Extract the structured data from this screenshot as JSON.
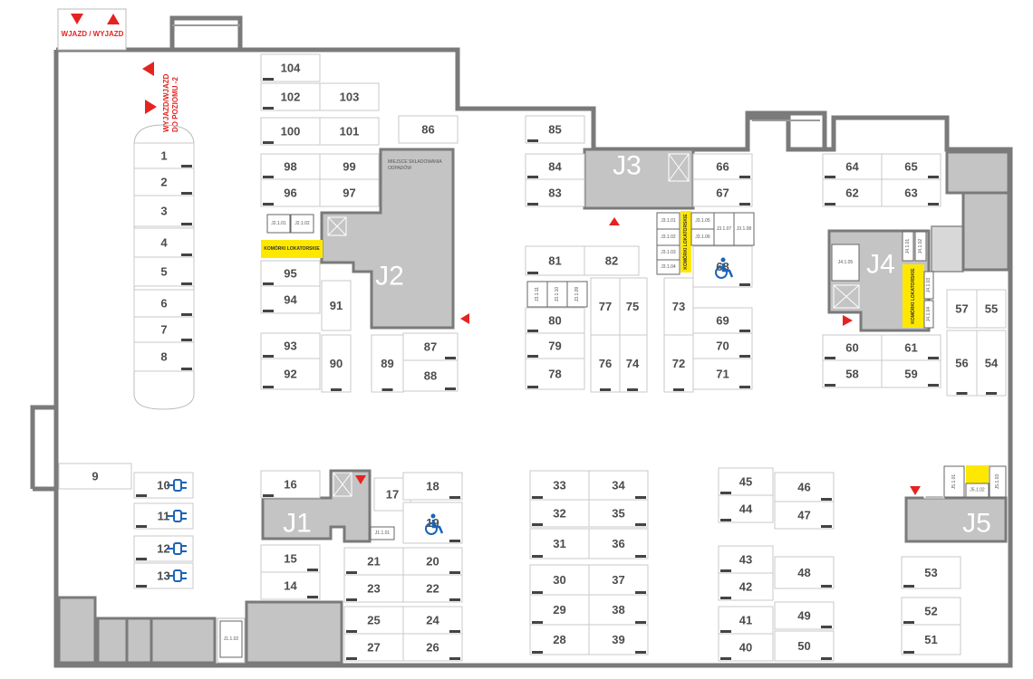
{
  "labels": {
    "entry_exit": "WJAZD / WYJAZD",
    "ramp_line1": "WYJAZD/WJAZD",
    "ramp_line2": "DO POZIOMU -2",
    "storage": "KOMÓRKI LOKATORSKIE",
    "waste_line1": "MIEJSCE SKŁADOWANIA",
    "waste_line2": "ODPADÓW"
  },
  "colors": {
    "accent_red": "#e52320",
    "storage_yellow": "#ffe800",
    "core_gray": "#c4c4c4",
    "wall_gray": "#7a7a7a",
    "icon_blue": "#1d63b6"
  },
  "cores": [
    {
      "name": "J1"
    },
    {
      "name": "J2"
    },
    {
      "name": "J3"
    },
    {
      "name": "J4"
    },
    {
      "name": "J5"
    }
  ],
  "spots": [
    {
      "n": "1"
    },
    {
      "n": "2"
    },
    {
      "n": "3"
    },
    {
      "n": "4"
    },
    {
      "n": "5"
    },
    {
      "n": "6"
    },
    {
      "n": "7"
    },
    {
      "n": "8"
    },
    {
      "n": "9"
    },
    {
      "n": "10"
    },
    {
      "n": "11"
    },
    {
      "n": "12"
    },
    {
      "n": "13"
    },
    {
      "n": "14"
    },
    {
      "n": "15"
    },
    {
      "n": "16"
    },
    {
      "n": "17"
    },
    {
      "n": "18"
    },
    {
      "n": "19"
    },
    {
      "n": "20"
    },
    {
      "n": "21"
    },
    {
      "n": "22"
    },
    {
      "n": "23"
    },
    {
      "n": "24"
    },
    {
      "n": "25"
    },
    {
      "n": "26"
    },
    {
      "n": "27"
    },
    {
      "n": "28"
    },
    {
      "n": "29"
    },
    {
      "n": "30"
    },
    {
      "n": "31"
    },
    {
      "n": "32"
    },
    {
      "n": "33"
    },
    {
      "n": "34"
    },
    {
      "n": "35"
    },
    {
      "n": "36"
    },
    {
      "n": "37"
    },
    {
      "n": "38"
    },
    {
      "n": "39"
    },
    {
      "n": "40"
    },
    {
      "n": "41"
    },
    {
      "n": "42"
    },
    {
      "n": "43"
    },
    {
      "n": "44"
    },
    {
      "n": "45"
    },
    {
      "n": "46"
    },
    {
      "n": "47"
    },
    {
      "n": "48"
    },
    {
      "n": "49"
    },
    {
      "n": "50"
    },
    {
      "n": "51"
    },
    {
      "n": "52"
    },
    {
      "n": "53"
    },
    {
      "n": "54"
    },
    {
      "n": "55"
    },
    {
      "n": "56"
    },
    {
      "n": "57"
    },
    {
      "n": "58"
    },
    {
      "n": "59"
    },
    {
      "n": "60"
    },
    {
      "n": "61"
    },
    {
      "n": "62"
    },
    {
      "n": "63"
    },
    {
      "n": "64"
    },
    {
      "n": "65"
    },
    {
      "n": "66"
    },
    {
      "n": "67"
    },
    {
      "n": "68"
    },
    {
      "n": "69"
    },
    {
      "n": "70"
    },
    {
      "n": "71"
    },
    {
      "n": "72"
    },
    {
      "n": "73"
    },
    {
      "n": "74"
    },
    {
      "n": "75"
    },
    {
      "n": "76"
    },
    {
      "n": "77"
    },
    {
      "n": "78"
    },
    {
      "n": "79"
    },
    {
      "n": "80"
    },
    {
      "n": "81"
    },
    {
      "n": "82"
    },
    {
      "n": "83"
    },
    {
      "n": "84"
    },
    {
      "n": "85"
    },
    {
      "n": "86"
    },
    {
      "n": "87"
    },
    {
      "n": "88"
    },
    {
      "n": "89"
    },
    {
      "n": "90"
    },
    {
      "n": "91"
    },
    {
      "n": "92"
    },
    {
      "n": "93"
    },
    {
      "n": "94"
    },
    {
      "n": "95"
    },
    {
      "n": "96"
    },
    {
      "n": "97"
    },
    {
      "n": "98"
    },
    {
      "n": "99"
    },
    {
      "n": "100"
    },
    {
      "n": "101"
    },
    {
      "n": "102"
    },
    {
      "n": "103"
    },
    {
      "n": "104"
    }
  ],
  "units": [
    {
      "n": "J1.1.01"
    },
    {
      "n": "J1.1.02"
    },
    {
      "n": "J2.1.01"
    },
    {
      "n": "J2.1.02"
    },
    {
      "n": "J3.1.01"
    },
    {
      "n": "J3.1.02"
    },
    {
      "n": "J3.1.03"
    },
    {
      "n": "J3.1.04"
    },
    {
      "n": "J3.1.05"
    },
    {
      "n": "J3.1.06"
    },
    {
      "n": "J3.1.07"
    },
    {
      "n": "J3.1.08"
    },
    {
      "n": "J3.1.09"
    },
    {
      "n": "J3.1.10"
    },
    {
      "n": "J3.1.11"
    },
    {
      "n": "J4.1.01"
    },
    {
      "n": "J4.1.02"
    },
    {
      "n": "J4.1.03"
    },
    {
      "n": "J4.1.04"
    },
    {
      "n": "J4.1.05"
    },
    {
      "n": "J5.1.01"
    },
    {
      "n": "J5.1.02"
    },
    {
      "n": "J5.1.03"
    }
  ],
  "icons": {
    "ev": "ev-charger-icon",
    "disabled": "wheelchair-icon",
    "arrow": "direction-arrow-icon"
  }
}
